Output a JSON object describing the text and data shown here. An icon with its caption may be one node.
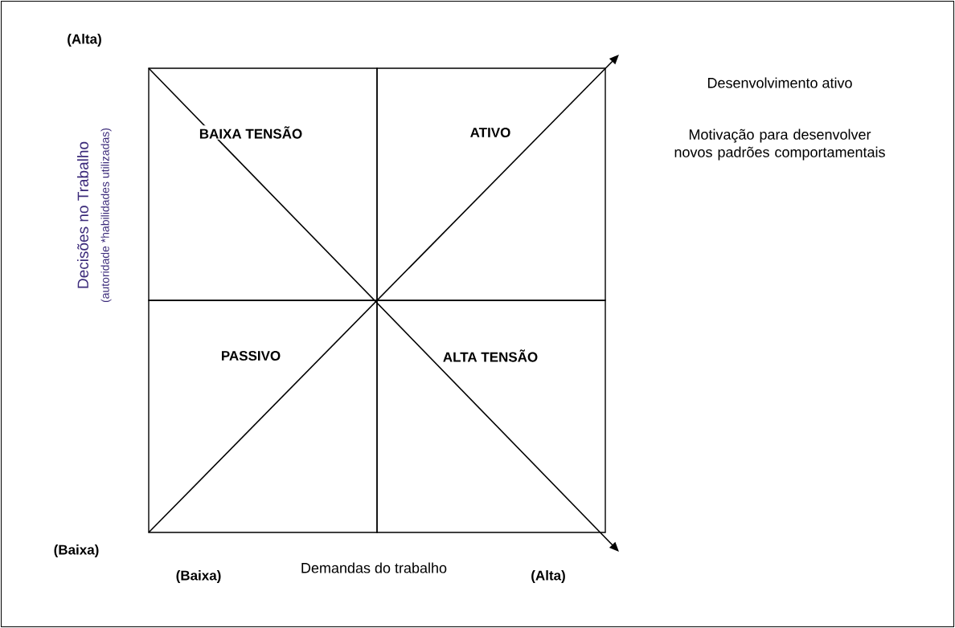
{
  "diagram": {
    "nodes": [
      {
        "text": [
          "BAIXA TENSÃO"
        ]
      },
      {
        "text": [
          "ATIVO"
        ]
      },
      {
        "text": [
          "PASSIVO"
        ]
      },
      {
        "text": [
          "ALTA TENSÃO"
        ]
      }
    ],
    "labels": [
      "(Alta)",
      "Desenvolvimento ativo",
      "Motivação para desenvolver novos padrões comportamentais",
      "Decisões no Trabalho",
      "(autoridade *habilidades utilizadas)",
      "(Baixa)",
      "Demandas do trabalho",
      "(Baixa)",
      "(Alta)"
    ]
  }
}
